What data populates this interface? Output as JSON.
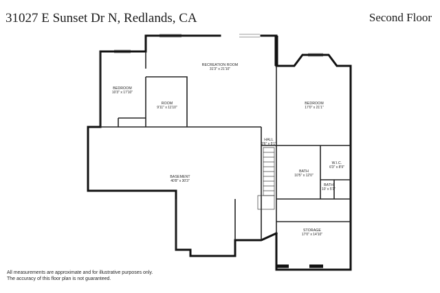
{
  "header": {
    "address": "31027 E Sunset Dr N, Redlands, CA",
    "floor_label": "Second Floor"
  },
  "rooms": [
    {
      "key": "recreation",
      "name": "RECREATION ROOM",
      "dims": "31'3\" x 21'10\""
    },
    {
      "key": "bedroom_left",
      "name": "BEDROOM",
      "dims": "10'3\" x 17'10\""
    },
    {
      "key": "room",
      "name": "ROOM",
      "dims": "9'11\" x 11'10\""
    },
    {
      "key": "bedroom_right",
      "name": "BEDROOM",
      "dims": "17'0\" x 21'1\""
    },
    {
      "key": "hall",
      "name": "HALL",
      "dims": "3'6\" x 5'1\""
    },
    {
      "key": "wic",
      "name": "W.I.C.",
      "dims": "6'3\" x 8'9\""
    },
    {
      "key": "bath",
      "name": "BATH",
      "dims": "10'5\" x 12'0\""
    },
    {
      "key": "bath_small",
      "name": "BATH",
      "dims": "10' x 5'1\""
    },
    {
      "key": "basement",
      "name": "BASEMENT",
      "dims": "40'8\" x 30'3\""
    },
    {
      "key": "storage",
      "name": "STORAGE",
      "dims": "17'0\" x 14'10\""
    }
  ],
  "footer": {
    "line1": "All measurements are approximate and for illustrative purposes only.",
    "line2": "The accuracy of this floor plan is not guaranteed."
  }
}
